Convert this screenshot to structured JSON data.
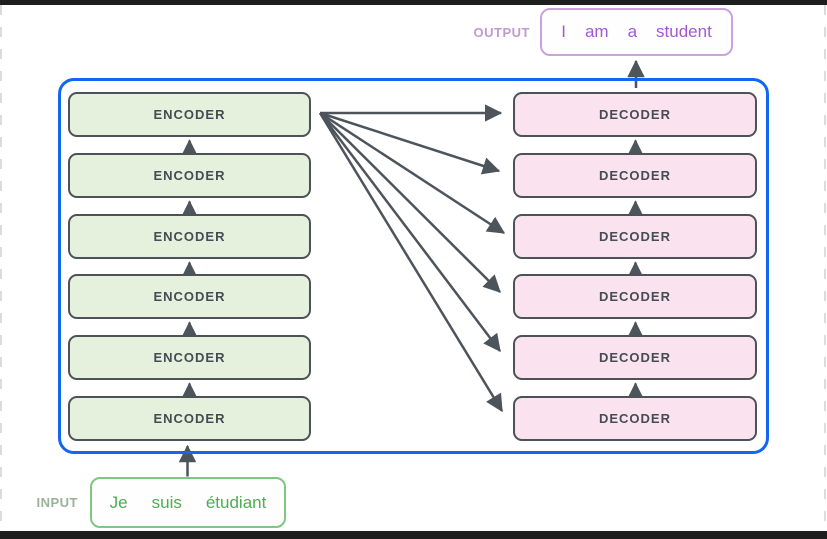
{
  "diagram": {
    "output_label": "OUTPUT",
    "input_label": "INPUT",
    "output_tokens": [
      "I",
      "am",
      "a",
      "student"
    ],
    "input_tokens": [
      "Je",
      "suis",
      "étudiant"
    ],
    "encoder_stack": {
      "items": [
        {
          "label": "ENCODER"
        },
        {
          "label": "ENCODER"
        },
        {
          "label": "ENCODER"
        },
        {
          "label": "ENCODER"
        },
        {
          "label": "ENCODER"
        },
        {
          "label": "ENCODER"
        }
      ]
    },
    "decoder_stack": {
      "items": [
        {
          "label": "DECODER"
        },
        {
          "label": "DECODER"
        },
        {
          "label": "DECODER"
        },
        {
          "label": "DECODER"
        },
        {
          "label": "DECODER"
        },
        {
          "label": "DECODER"
        }
      ]
    },
    "colors": {
      "container_border": "#1266f1",
      "encoder_fill": "#e5f1dd",
      "decoder_fill": "#fae3ee",
      "block_border": "#4c5258",
      "block_text": "#454c53",
      "arrow": "#4d545b",
      "output_box_border": "#c9a3da",
      "output_text": "#a158d5",
      "output_label_text": "#c09ad0",
      "input_box_border": "#7fc67f",
      "input_text": "#4cae4e",
      "input_label_text": "#9ab29a"
    }
  }
}
